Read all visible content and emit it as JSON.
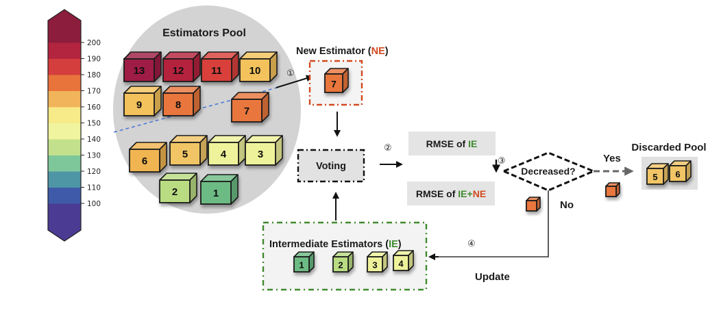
{
  "colorbar": {
    "ticks": [
      "200",
      "190",
      "180",
      "170",
      "160",
      "150",
      "140",
      "130",
      "120",
      "110",
      "100"
    ],
    "bands": [
      "#4b3b93",
      "#3e5aa8",
      "#4e96a6",
      "#7dc79a",
      "#c3e18c",
      "#f1f49e",
      "#f7ea88",
      "#f1b45a",
      "#e8743c",
      "#d43e3d",
      "#b3243f",
      "#8c1d3d"
    ]
  },
  "estimators_pool": {
    "title": "Estimators Pool",
    "cubes": [
      {
        "label": "13",
        "color": "#9e1f45"
      },
      {
        "label": "12",
        "color": "#b5233e"
      },
      {
        "label": "11",
        "color": "#d9413a"
      },
      {
        "label": "10",
        "color": "#f4c25c"
      },
      {
        "label": "9",
        "color": "#f4c25c"
      },
      {
        "label": "8",
        "color": "#e9773e"
      },
      {
        "label": "7",
        "color": "#e9773e"
      },
      {
        "label": "6",
        "color": "#f0b451"
      },
      {
        "label": "5",
        "color": "#f1c566"
      },
      {
        "label": "4",
        "color": "#eef29a"
      },
      {
        "label": "3",
        "color": "#eef29a"
      },
      {
        "label": "2",
        "color": "#b9dc83"
      },
      {
        "label": "1",
        "color": "#6dbb84"
      }
    ]
  },
  "new_estimator": {
    "title_prefix": "New Estimator (",
    "title_abbr": "NE",
    "title_suffix": ")",
    "cube_label": "7",
    "cube_color": "#e9773e",
    "accent_color": "#d2481e"
  },
  "steps": {
    "step1": "①",
    "step2": "②",
    "step3": "③",
    "step4": "④"
  },
  "voting": {
    "label": "Voting"
  },
  "rmse_ie": {
    "prefix": "RMSE of ",
    "ie": "IE"
  },
  "rmse_ie_ne": {
    "prefix": "RMSE of ",
    "ie": "IE",
    "plus": "+",
    "ne": "NE"
  },
  "decision": {
    "label": "Decreased?",
    "yes": "Yes",
    "no": "No"
  },
  "discarded_pool": {
    "title": "Discarded Pool",
    "cubes": [
      {
        "label": "5",
        "color": "#f1c566"
      },
      {
        "label": "6",
        "color": "#f1c566"
      }
    ]
  },
  "intermediate_estimators": {
    "title_prefix": "Intermediate Estimators (",
    "title_abbr": "IE",
    "title_suffix": ")",
    "accent_color": "#3f8a2e",
    "cubes": [
      {
        "label": "1",
        "color": "#6dbb84"
      },
      {
        "label": "2",
        "color": "#b9dc83"
      },
      {
        "label": "3",
        "color": "#eef29a"
      },
      {
        "label": "4",
        "color": "#eef29a"
      }
    ]
  },
  "update_label": "Update"
}
